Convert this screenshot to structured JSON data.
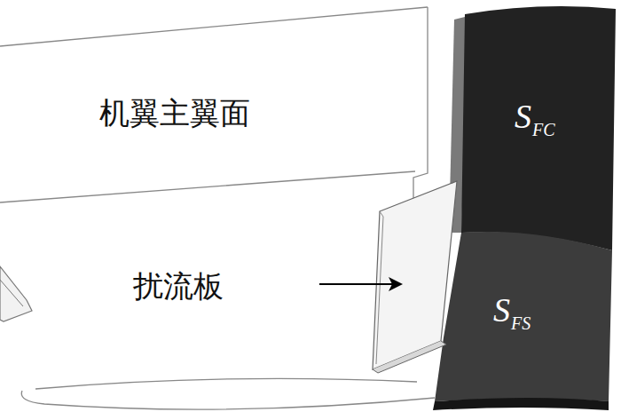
{
  "diagram": {
    "labels": [
      "机翼主翼面",
      "扰流板",
      "S",
      "FC",
      "S",
      "FS"
    ]
  }
}
